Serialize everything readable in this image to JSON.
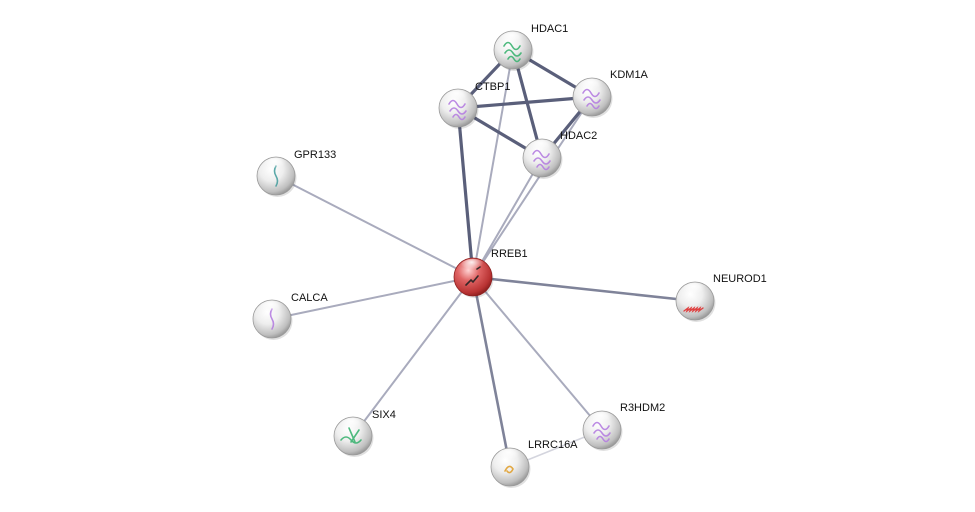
{
  "network": {
    "nodes": [
      {
        "id": "RREB1",
        "label": "RREB1",
        "query": true,
        "structure_color": "#222222"
      },
      {
        "id": "HDAC1",
        "label": "HDAC1",
        "query": false,
        "structure_color": "#3cb371"
      },
      {
        "id": "KDM1A",
        "label": "KDM1A",
        "query": false,
        "structure_color": "#b57ee0"
      },
      {
        "id": "CTBP1",
        "label": "CTBP1",
        "query": false,
        "structure_color": "#b57ee0"
      },
      {
        "id": "HDAC2",
        "label": "HDAC2",
        "query": false,
        "structure_color": "#b57ee0"
      },
      {
        "id": "GPR133",
        "label": "GPR133",
        "query": false,
        "structure_color": "#4aa0a0"
      },
      {
        "id": "CALCA",
        "label": "CALCA",
        "query": false,
        "structure_color": "#b57ee0"
      },
      {
        "id": "NEUROD1",
        "label": "NEUROD1",
        "query": false,
        "structure_color": "#e03030"
      },
      {
        "id": "SIX4",
        "label": "SIX4",
        "query": false,
        "structure_color": "#3cb371"
      },
      {
        "id": "R3HDM2",
        "label": "R3HDM2",
        "query": false,
        "structure_color": "#b57ee0"
      },
      {
        "id": "LRRC16A",
        "label": "LRRC16A",
        "query": false,
        "structure_color": "#e0a030"
      }
    ],
    "edges": [
      {
        "source": "RREB1",
        "target": "CTBP1",
        "strength": "strong"
      },
      {
        "source": "RREB1",
        "target": "HDAC1",
        "strength": "weak"
      },
      {
        "source": "RREB1",
        "target": "HDAC2",
        "strength": "weak"
      },
      {
        "source": "RREB1",
        "target": "KDM1A",
        "strength": "weak"
      },
      {
        "source": "RREB1",
        "target": "GPR133",
        "strength": "weak"
      },
      {
        "source": "RREB1",
        "target": "CALCA",
        "strength": "weak"
      },
      {
        "source": "RREB1",
        "target": "NEUROD1",
        "strength": "medium"
      },
      {
        "source": "RREB1",
        "target": "SIX4",
        "strength": "weak"
      },
      {
        "source": "RREB1",
        "target": "LRRC16A",
        "strength": "medium"
      },
      {
        "source": "RREB1",
        "target": "R3HDM2",
        "strength": "weak"
      },
      {
        "source": "HDAC1",
        "target": "KDM1A",
        "strength": "strong"
      },
      {
        "source": "HDAC1",
        "target": "CTBP1",
        "strength": "strong"
      },
      {
        "source": "HDAC1",
        "target": "HDAC2",
        "strength": "strong"
      },
      {
        "source": "CTBP1",
        "target": "KDM1A",
        "strength": "strong"
      },
      {
        "source": "CTBP1",
        "target": "HDAC2",
        "strength": "strong"
      },
      {
        "source": "KDM1A",
        "target": "HDAC2",
        "strength": "strong"
      },
      {
        "source": "R3HDM2",
        "target": "LRRC16A",
        "strength": "faint"
      }
    ],
    "colors": {
      "edge_strong": "#5a5f7a",
      "edge_medium": "#7f8399",
      "edge_weak": "#a9abbd",
      "edge_faint": "#d4d5de",
      "node_default": "#d9d9d9",
      "node_query": "#d94b4b"
    }
  }
}
